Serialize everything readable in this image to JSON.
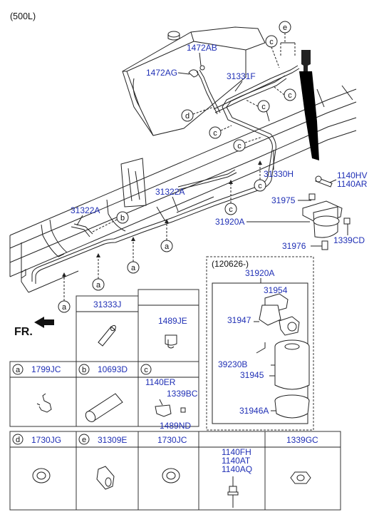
{
  "variant": "(500L)",
  "callout_letters": {
    "a": "a",
    "b": "b",
    "c": "c",
    "d": "d",
    "e": "e"
  },
  "direction_label": "FR.",
  "main_parts": {
    "p1472AB": "1472AB",
    "p1472AG": "1472AG",
    "p31331F": "31331F",
    "p31330H": "31330H",
    "p31322A_right": "31322A",
    "p31322A_left": "31322A",
    "p1140HV": "1140HV",
    "p1140AR": "1140AR",
    "p31975": "31975",
    "p31920A": "31920A",
    "p1339CD": "1339CD",
    "p31976": "31976"
  },
  "inset": {
    "date": "(120626-)",
    "title": "31920A",
    "parts": [
      "31954",
      "31947",
      "39230B",
      "31945",
      "31946A"
    ]
  },
  "table": {
    "top_row": [
      "31333J",
      "1489JE"
    ],
    "row_a": {
      "letter": "a",
      "part": "1799JC"
    },
    "row_b": {
      "letter": "b",
      "part": "10693D"
    },
    "row_c": {
      "letter": "c",
      "parts": [
        "1140ER",
        "1339BC",
        "1489ND"
      ]
    },
    "row_d": {
      "letter": "d",
      "part": "1730JG"
    },
    "row_e": {
      "letter": "e",
      "part": "31309E"
    },
    "col_1730JC": "1730JC",
    "col_bolts": [
      "1140FH",
      "1140AT",
      "1140AQ"
    ],
    "col_1339GC": "1339GC"
  }
}
